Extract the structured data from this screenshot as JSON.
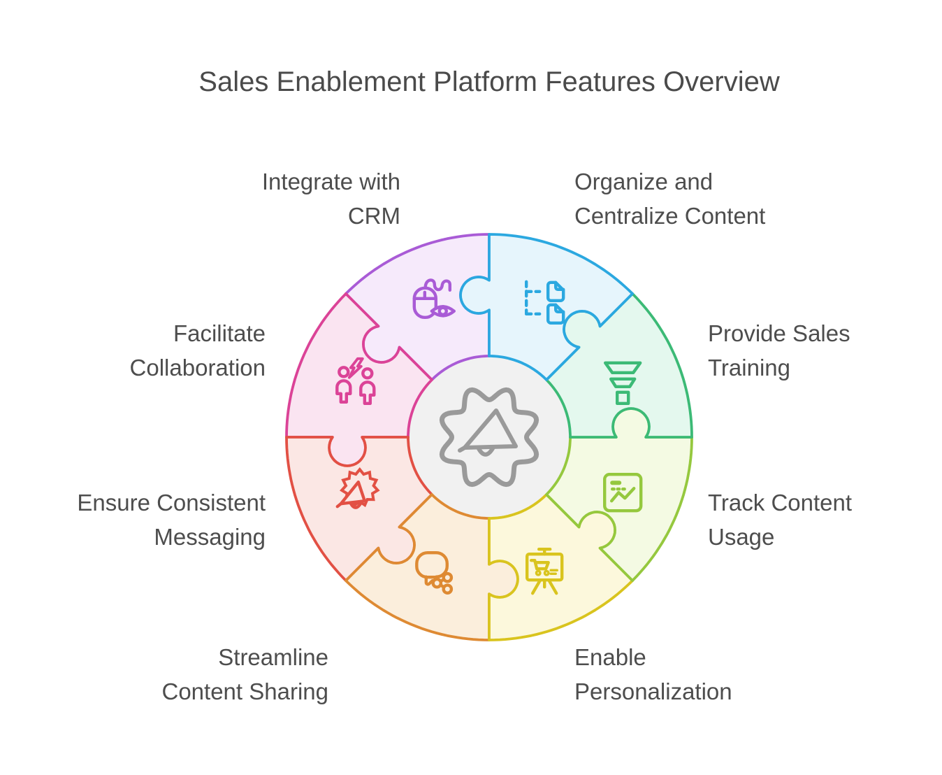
{
  "title": "Sales Enablement Platform Features Overview",
  "background": "#ffffff",
  "text_color": "#4d4d4d",
  "center": {
    "icon": "gear-megaphone-icon",
    "fill": "#f1f1f1",
    "icon_color": "#9a9a9a"
  },
  "diagram": {
    "segments": [
      {
        "id": "organize-centralize-content",
        "label_lines": [
          "Organize and",
          "Centralize Content"
        ],
        "icon": "file-tree-icon",
        "stroke": "#2ba8e0",
        "fill": "#e6f5fc",
        "start_deg": 270
      },
      {
        "id": "provide-sales-training",
        "label_lines": [
          "Provide Sales",
          "Training"
        ],
        "icon": "funnel-icon",
        "stroke": "#3cba76",
        "fill": "#e4f8ee",
        "start_deg": 315
      },
      {
        "id": "track-content-usage",
        "label_lines": [
          "Track Content",
          "Usage"
        ],
        "icon": "report-chart-icon",
        "stroke": "#95c83e",
        "fill": "#f4fae3",
        "start_deg": 0
      },
      {
        "id": "enable-personalization",
        "label_lines": [
          "Enable",
          "Personalization"
        ],
        "icon": "easel-cart-icon",
        "stroke": "#d9c41e",
        "fill": "#fcf8dc",
        "start_deg": 45
      },
      {
        "id": "streamline-content-sharing",
        "label_lines": [
          "Streamline",
          "Content Sharing"
        ],
        "icon": "bubble-share-icon",
        "stroke": "#de8a33",
        "fill": "#fbeedc",
        "start_deg": 90
      },
      {
        "id": "ensure-consistent-messaging",
        "label_lines": [
          "Ensure Consistent",
          "Messaging"
        ],
        "icon": "megaphone-burst-icon",
        "stroke": "#e25044",
        "fill": "#fbe7e4",
        "start_deg": 135
      },
      {
        "id": "facilitate-collaboration",
        "label_lines": [
          "Facilitate",
          "Collaboration"
        ],
        "icon": "people-bolt-icon",
        "stroke": "#db4397",
        "fill": "#fae4f1",
        "start_deg": 180
      },
      {
        "id": "integrate-with-crm",
        "label_lines": [
          "Integrate with",
          "CRM"
        ],
        "icon": "mouse-eye-icon",
        "stroke": "#a95bd6",
        "fill": "#f6eafb",
        "start_deg": 225
      }
    ]
  }
}
